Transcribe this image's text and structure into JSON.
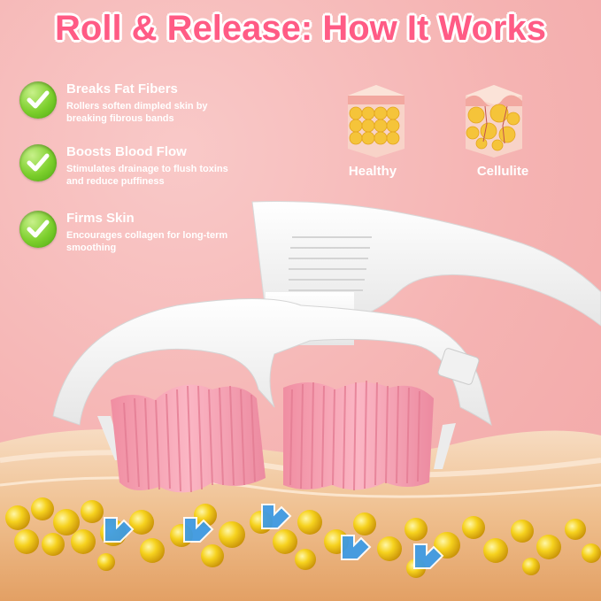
{
  "title": "Roll & Release: How It Works",
  "features": [
    {
      "title": "Breaks Fat Fibers",
      "description": "Rollers soften dimpled skin by breaking fibrous bands",
      "icon": "check-icon"
    },
    {
      "title": "Boosts Blood Flow",
      "description": "Stimulates drainage to flush toxins and reduce puffiness",
      "icon": "check-icon"
    },
    {
      "title": "Firms Skin",
      "description": "Encourages collagen for long-term smoothing",
      "icon": "check-icon"
    }
  ],
  "comparison": {
    "healthy_label": "Healthy",
    "cellulite_label": "Cellulite"
  },
  "colors": {
    "background": "#f6b7b6",
    "title": "#ff5b85",
    "check": "#7ccf2c",
    "roller": "#f7a8b8",
    "fat": "#f4c21a",
    "arrow": "#3a9be8"
  }
}
